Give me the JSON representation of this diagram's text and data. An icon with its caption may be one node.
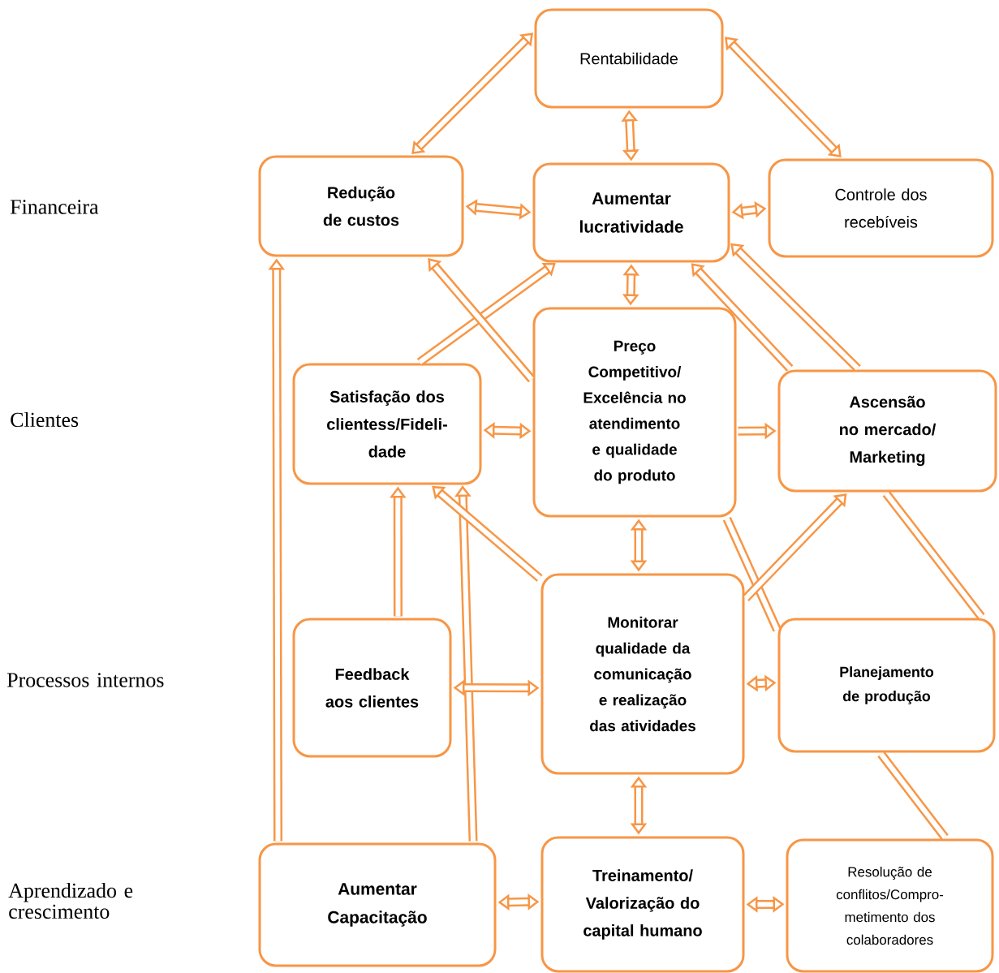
{
  "diagram": {
    "nodes": [
      {
        "text": [
          "Rentabilidade"
        ]
      },
      {
        "text": [
          "Redução de custos"
        ]
      },
      {
        "text": [
          "Aumentar lucratividade"
        ]
      },
      {
        "text": [
          "Controle dos recebíveis"
        ]
      },
      {
        "text": [
          "Satisfação dos clientess/Fideli- dade"
        ]
      },
      {
        "text": [
          "Preço Competitivo/ Excelência no atendimento e qualidade do produto"
        ]
      },
      {
        "text": [
          "Ascensão no mercado/ Marketing"
        ]
      },
      {
        "text": [
          "Feedback aos clientes"
        ]
      },
      {
        "text": [
          "Monitorar qualidade da comunicação e realização das atividades"
        ]
      },
      {
        "text": [
          "Planejamento de produção"
        ]
      },
      {
        "text": [
          "Aumentar Capacitação"
        ]
      },
      {
        "text": [
          "Treinamento/ Valorização do capital humano"
        ]
      },
      {
        "text": [
          "Resolução de conflitos/Compro- metimento dos colaboradores"
        ]
      }
    ],
    "edges": [
      {
        "from": 1,
        "to": 0,
        "arrow": "both"
      },
      {
        "from": 0,
        "to": 3,
        "arrow": "both"
      },
      {
        "from": 0,
        "to": 2,
        "arrow": "both"
      },
      {
        "from": 1,
        "to": 2,
        "arrow": "both"
      },
      {
        "from": 2,
        "to": 3,
        "arrow": "both"
      },
      {
        "from": 2,
        "to": 5,
        "arrow": "both"
      },
      {
        "from": 4,
        "to": 5,
        "arrow": "both"
      },
      {
        "from": 5,
        "to": 6,
        "arrow": "to"
      },
      {
        "from": 7,
        "to": 8,
        "arrow": "both"
      },
      {
        "from": 8,
        "to": 9,
        "arrow": "both"
      },
      {
        "from": 5,
        "to": 8,
        "arrow": "both"
      },
      {
        "from": 8,
        "to": 11,
        "arrow": "both"
      },
      {
        "from": 10,
        "to": 11,
        "arrow": "both"
      },
      {
        "from": 11,
        "to": 12,
        "arrow": "both"
      },
      {
        "from": 10,
        "to": 1,
        "arrow": "to"
      },
      {
        "from": 10,
        "to": 4,
        "arrow": "to"
      },
      {
        "from": 7,
        "to": 4,
        "arrow": "to"
      },
      {
        "from": 4,
        "to": 2,
        "arrow": "to"
      },
      {
        "from": 5,
        "to": 1,
        "arrow": "to"
      },
      {
        "from": 8,
        "to": 4,
        "arrow": "to"
      },
      {
        "from": 8,
        "to": 6,
        "arrow": "to"
      },
      {
        "from": 6,
        "to": 2,
        "arrow": "to"
      },
      {
        "from": 6,
        "to": 2,
        "arrow": "to"
      },
      {
        "from": 5,
        "to": 9,
        "arrow": "none"
      },
      {
        "from": 6,
        "to": 9,
        "arrow": "none"
      },
      {
        "from": 9,
        "to": 12,
        "arrow": "none"
      }
    ],
    "labels": [
      "Financeira",
      "Clientes",
      "Processos internos",
      "Aprendizado e crescimento"
    ]
  }
}
